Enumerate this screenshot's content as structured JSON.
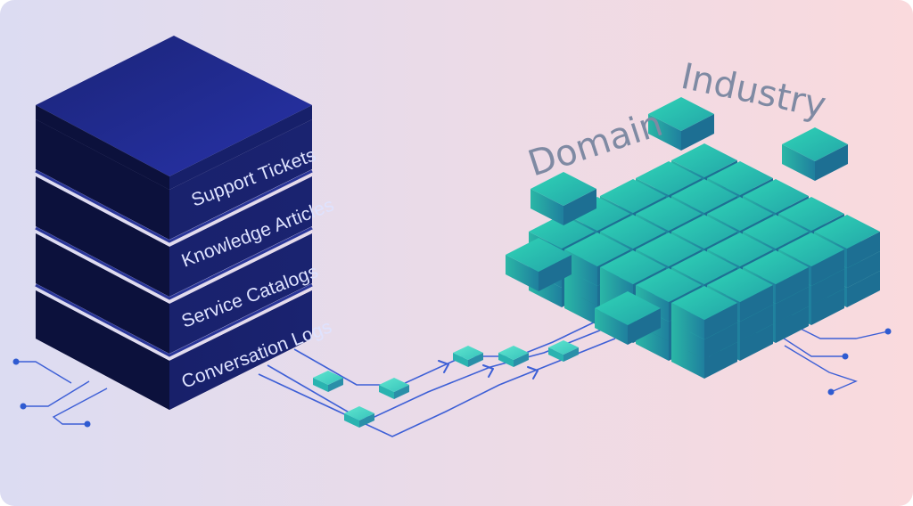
{
  "diagram": {
    "source_stack": {
      "layers": [
        "Support Tickets",
        "Knowledge Articles",
        "Service Catalogs",
        "Conversation Logs"
      ]
    },
    "cube_labels": {
      "domain": "Domain",
      "industry": "Industry"
    },
    "colors": {
      "background_left": "#dcdcf2",
      "background_right": "#fadadd",
      "stack_dark": "#131a52",
      "stack_top": "#1e2a9a",
      "layer_text": "#dfe3ff",
      "circuit_line": "#3d5fd6",
      "cube_teal": "#2bc4b0",
      "cube_blue": "#1f7f9e",
      "label_gray": "#7f8aa3"
    }
  }
}
